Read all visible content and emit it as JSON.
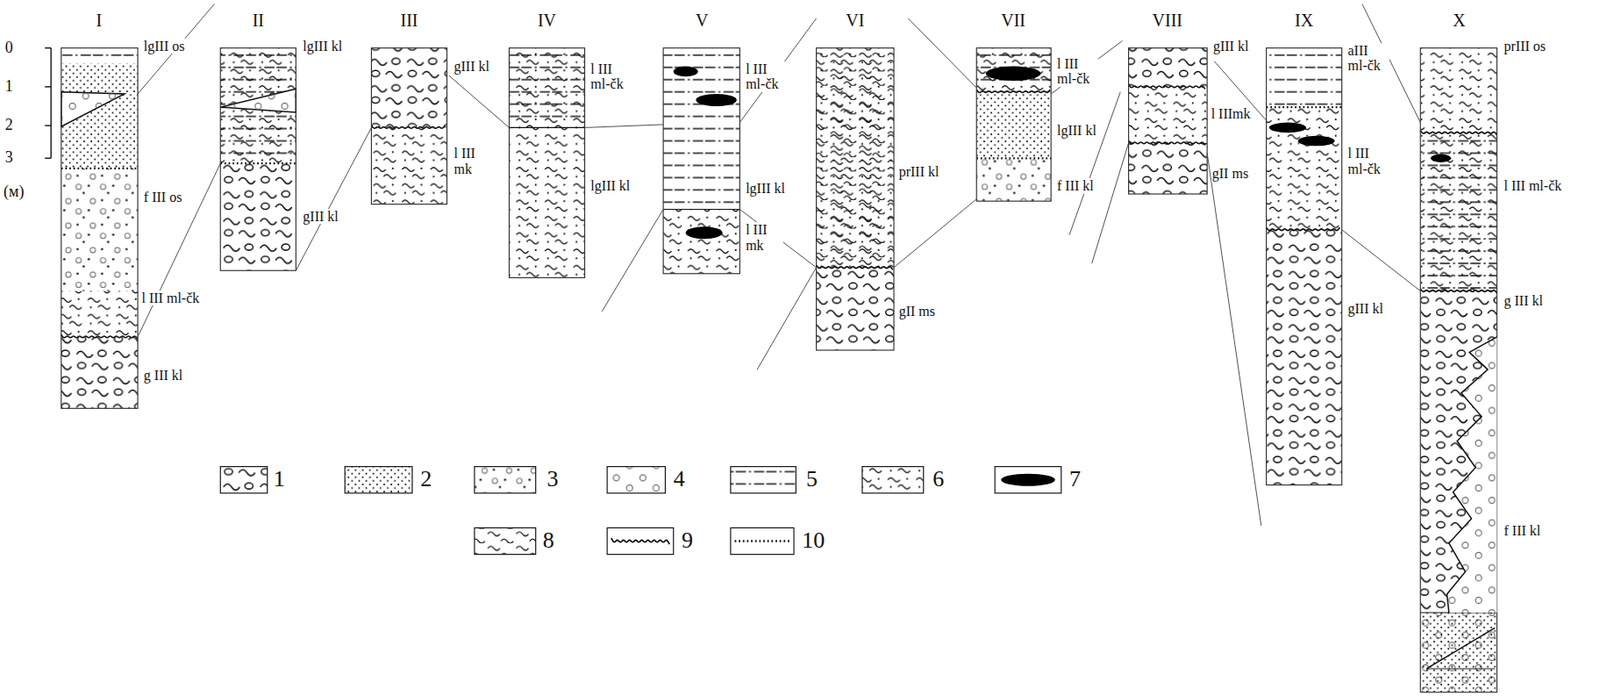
{
  "diagram": {
    "labels": [
      "I",
      "II",
      "III",
      "IV",
      "V",
      "VI",
      "VII",
      "VIII",
      "IX",
      "X",
      "0",
      "1",
      "2",
      "3",
      "(м)",
      "lgIII os",
      "f III os",
      "l III ml-čk",
      "g III kl",
      "lgIII kl",
      "gIII kl",
      "gIII kl",
      "l III mk",
      "l III ml-čk",
      "lgIII kl",
      "l III ml-čk",
      "lgIII kl",
      "l III mk",
      "prIII kl",
      "gII ms",
      "l III ml-čk",
      "lgIII kl",
      "f III kl",
      "gIII kl",
      "l IIImk",
      "gII ms",
      "aIII ml-čk",
      "l III ml-čk",
      "gIII kl",
      "prIII os",
      "l III ml-čk",
      "g III kl",
      "f III kl"
    ],
    "legend": [
      {
        "text": "1"
      },
      {
        "text": "2"
      },
      {
        "text": "3"
      },
      {
        "text": "4"
      },
      {
        "text": "5"
      },
      {
        "text": "6"
      },
      {
        "text": "7"
      },
      {
        "text": "8"
      },
      {
        "text": "9"
      },
      {
        "text": "10"
      }
    ]
  }
}
